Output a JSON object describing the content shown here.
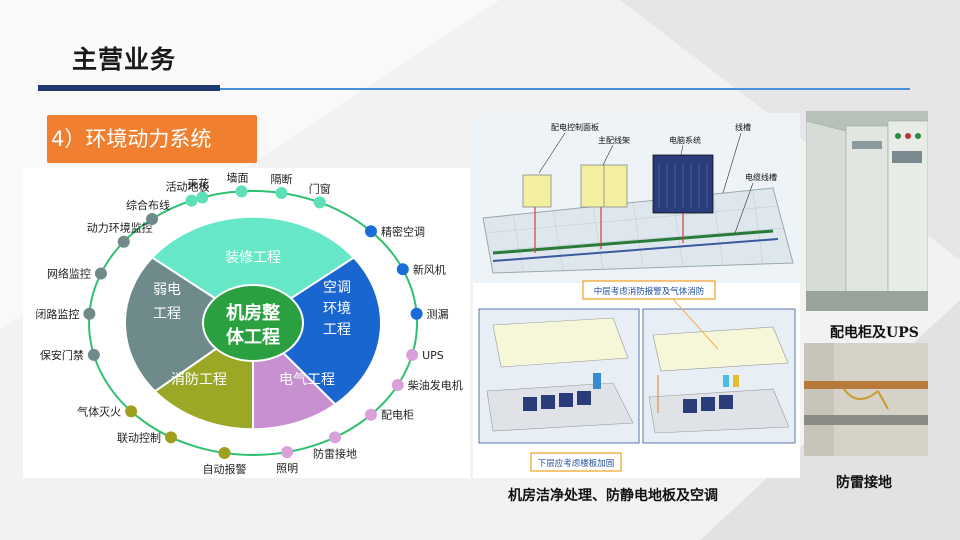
{
  "title": "主营业务",
  "section": "4）环境动力系统",
  "wheel": {
    "center": [
      "机房整",
      "体工程"
    ],
    "segments": {
      "top": "装修工程",
      "right": [
        "空调",
        "环境",
        "工程"
      ],
      "bottom_right": "电气工程",
      "bottom_left": "消防工程",
      "left": [
        "弱电",
        "工程"
      ]
    },
    "ring_labels": [
      {
        "text": "天花",
        "color": "#5de0b8"
      },
      {
        "text": "墙面",
        "color": "#5de0b8"
      },
      {
        "text": "隔断",
        "color": "#5de0b8"
      },
      {
        "text": "门窗",
        "color": "#5de0b8"
      },
      {
        "text": "精密空调",
        "color": "#1a6cd6"
      },
      {
        "text": "新风机",
        "color": "#1a6cd6"
      },
      {
        "text": "测漏",
        "color": "#1a6cd6"
      },
      {
        "text": "UPS",
        "color": "#d9a0d9"
      },
      {
        "text": "柴油发电机",
        "color": "#d9a0d9"
      },
      {
        "text": "配电柜",
        "color": "#d9a0d9"
      },
      {
        "text": "防雷接地",
        "color": "#d9a0d9"
      },
      {
        "text": "照明",
        "color": "#d9a0d9"
      },
      {
        "text": "自动报警",
        "color": "#a0a020"
      },
      {
        "text": "联动控制",
        "color": "#a0a020"
      },
      {
        "text": "气体灭火",
        "color": "#a0a020"
      },
      {
        "text": "保安门禁",
        "color": "#708a8a"
      },
      {
        "text": "闭路监控",
        "color": "#708a8a"
      },
      {
        "text": "网络监控",
        "color": "#708a8a"
      },
      {
        "text": "动力环境监控",
        "color": "#708a8a"
      },
      {
        "text": "综合布线",
        "color": "#708a8a"
      },
      {
        "text": "活动地板",
        "color": "#5de0b8"
      }
    ],
    "colors": {
      "top": "#66e8c8",
      "right": "#1a66d0",
      "bottom_right": "#c890d0",
      "bottom_left": "#9aa825",
      "left": "#6f8a8a",
      "center": "#2aa040"
    }
  },
  "diagram_labels": {
    "top": [
      "配电控制面板",
      "主配线架",
      "电脑系统",
      "线槽",
      "电缆线槽"
    ],
    "middle_callout": "中层考虑消防报警及气体消防",
    "bottom_callout": "下层应考虑楼板加固"
  },
  "captions": {
    "cabinet": "配电柜及UPS",
    "grounding": "防雷接地",
    "room": "机房洁净处理、防静电地板及空调"
  }
}
